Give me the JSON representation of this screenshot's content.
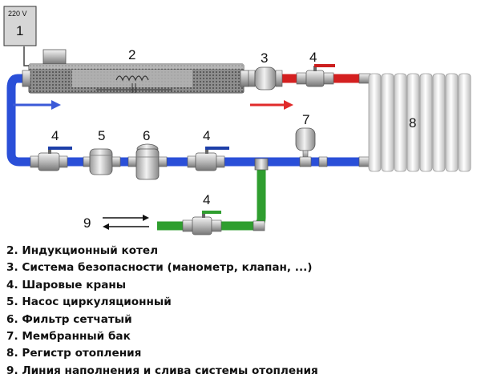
{
  "diagram": {
    "callouts": {
      "n1": "1",
      "volt": "220 V",
      "n2": "2",
      "n3": "3",
      "n4a": "4",
      "n4b": "4",
      "n4c": "4",
      "n4d": "4",
      "n5": "5",
      "n6": "6",
      "n7": "7",
      "n8": "8",
      "n9": "9"
    },
    "colors": {
      "supply_pipe": "#d42020",
      "return_pipe": "#2a4fd8",
      "fill_pipe": "#2f9e2f",
      "arrow_blue": "#3b5ad8",
      "arrow_red": "#e02a2a"
    }
  },
  "legend": [
    "2. Индукционный котел",
    "3. Система безопасности (манометр, клапан, ...)",
    "4. Шаровые краны",
    "5. Насос циркуляционный",
    "6. Фильтр сетчатый",
    "7. Мембранный бак",
    "8. Регистр отопления",
    "9. Линия наполнения и слива системы отопления"
  ]
}
